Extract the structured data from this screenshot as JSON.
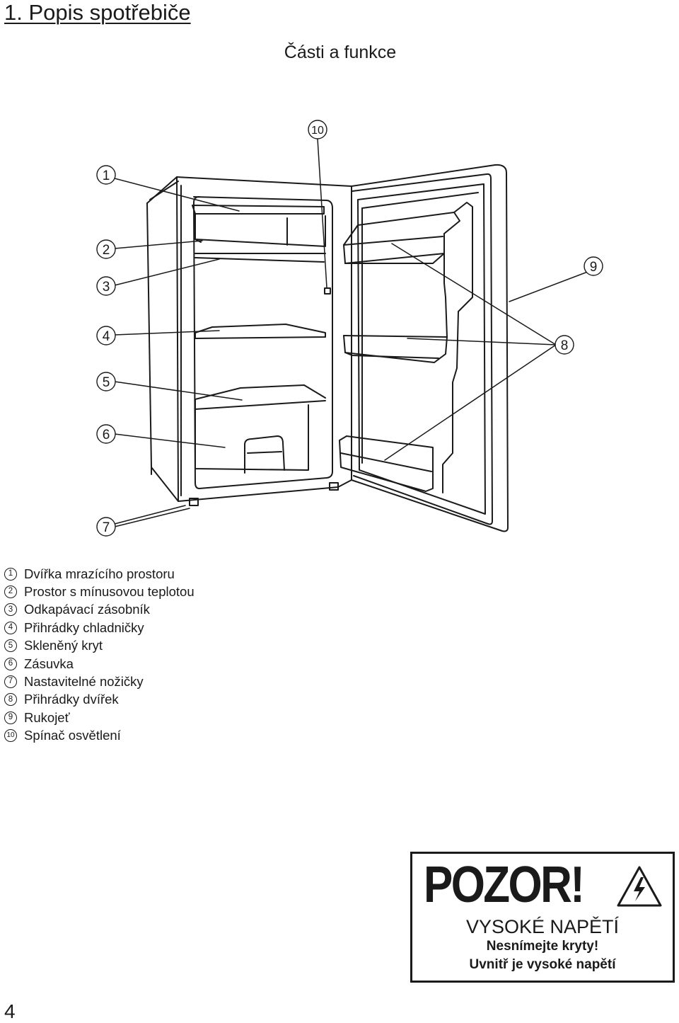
{
  "heading": "1. Popis spotřebiče",
  "subtitle": "Části a funkce",
  "callouts": {
    "c1": "1",
    "c2": "2",
    "c3": "3",
    "c4": "4",
    "c5": "5",
    "c6": "6",
    "c7": "7",
    "c8": "8",
    "c9": "9",
    "c10": "10"
  },
  "legend": [
    {
      "num": "1",
      "label": "Dvířka mrazícího prostoru"
    },
    {
      "num": "2",
      "label": "Prostor s mínusovou teplotou"
    },
    {
      "num": "3",
      "label": "Odkapávací zásobník"
    },
    {
      "num": "4",
      "label": "Přihrádky chladničky"
    },
    {
      "num": "5",
      "label": "Skleněný kryt"
    },
    {
      "num": "6",
      "label": "Zásuvka"
    },
    {
      "num": "7",
      "label": "Nastavitelné nožičky"
    },
    {
      "num": "8",
      "label": "Přihrádky dvířek"
    },
    {
      "num": "9",
      "label": "Rukojeť"
    },
    {
      "num": "10",
      "label": "Spínač osvětlení"
    }
  ],
  "warning": {
    "title": "POZOR!",
    "subtitle": "VYSOKÉ NAPĚTÍ",
    "line1": "Nesnímejte kryty!",
    "line2": "Uvnitř je vysoké napětí",
    "icon": "high-voltage-warning-icon"
  },
  "page_number": "4"
}
